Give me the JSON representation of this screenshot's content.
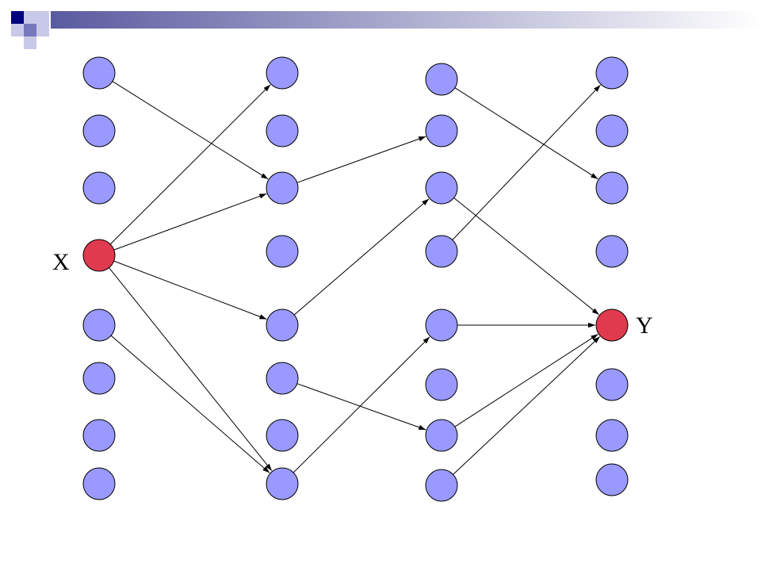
{
  "colors": {
    "node_fill": "#9999ff",
    "node_stroke": "#000000",
    "highlight_fill": "#e03a4e",
    "edge": "#000000",
    "deco_dark": "#000080",
    "deco_mid": "#7777bb",
    "deco_light": "#c8c8e8",
    "bar_start": "#5a5aa0",
    "bar_end": "#ffffff"
  },
  "labels": {
    "source": "X",
    "target": "Y"
  },
  "graph": {
    "columns": [
      {
        "nodes": [
          "c0n0",
          "c0n1",
          "c0n2",
          "c0n3",
          "c0n4",
          "c0n5",
          "c0n6",
          "c0n7"
        ]
      },
      {
        "nodes": [
          "c1n0",
          "c1n1",
          "c1n2",
          "c1n3",
          "c1n4",
          "c1n5",
          "c1n6",
          "c1n7"
        ]
      },
      {
        "nodes": [
          "c2n0",
          "c2n1",
          "c2n2",
          "c2n3",
          "c2n4",
          "c2n5",
          "c2n6",
          "c2n7"
        ]
      },
      {
        "nodes": [
          "c3n0",
          "c3n1",
          "c3n2",
          "c3n3",
          "c3n4",
          "c3n5",
          "c3n6",
          "c3n7"
        ]
      }
    ],
    "highlighted": [
      "c0n3",
      "c3n4"
    ],
    "edges": [
      [
        "c0n0",
        "c1n2"
      ],
      [
        "c0n3",
        "c1n0"
      ],
      [
        "c0n3",
        "c1n2"
      ],
      [
        "c0n3",
        "c1n4"
      ],
      [
        "c0n3",
        "c1n7"
      ],
      [
        "c0n4",
        "c1n7"
      ],
      [
        "c1n2",
        "c2n1"
      ],
      [
        "c1n4",
        "c2n2"
      ],
      [
        "c1n5",
        "c2n6"
      ],
      [
        "c1n7",
        "c2n4"
      ],
      [
        "c2n0",
        "c3n2"
      ],
      [
        "c2n2",
        "c3n4"
      ],
      [
        "c2n3",
        "c3n0"
      ],
      [
        "c2n4",
        "c3n4"
      ],
      [
        "c2n6",
        "c3n4"
      ],
      [
        "c2n7",
        "c3n4"
      ]
    ]
  }
}
